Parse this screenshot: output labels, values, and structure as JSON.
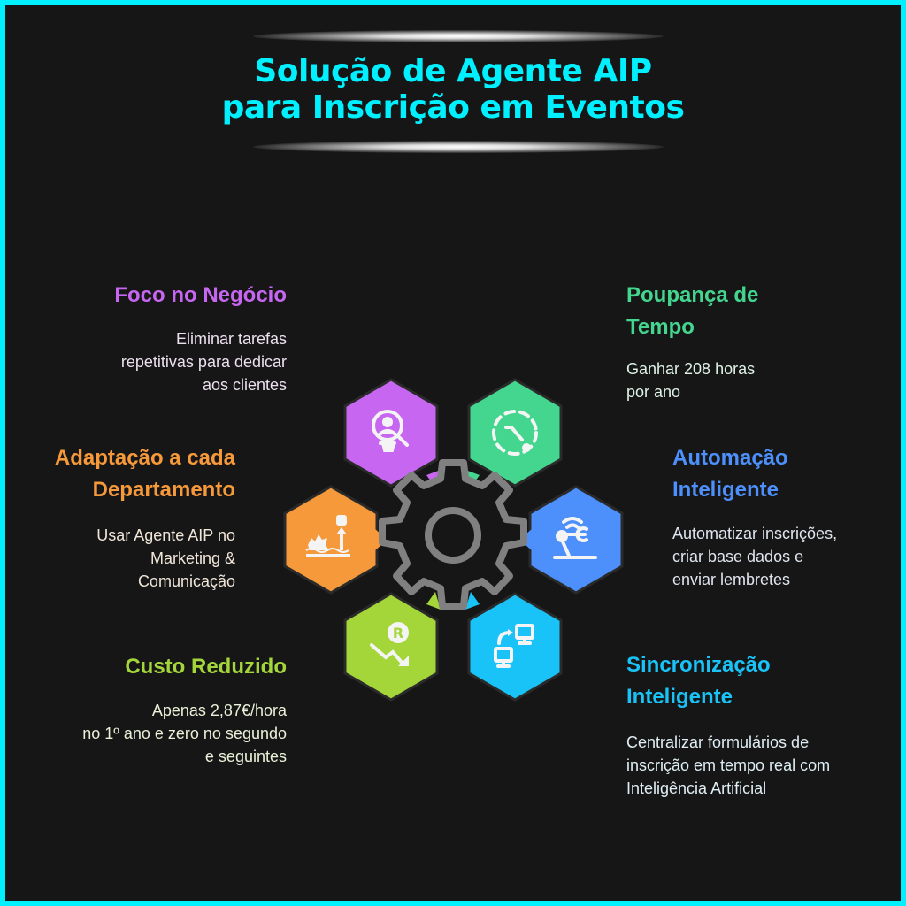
{
  "title": {
    "line1": "Solução de Agente AIP",
    "line2": "para Inscrição em Eventos"
  },
  "colors": {
    "border": "#00f0ff",
    "background": "#161616",
    "title": "#00f0ff",
    "gear": "#808080"
  },
  "gear": {
    "teeth": 8,
    "icon": "gear-icon"
  },
  "benefits": [
    {
      "id": "foco",
      "side": "left",
      "heading_lines": [
        "Foco no Negócio"
      ],
      "description_lines": [
        "Eliminar tarefas",
        "repetitivas para dedicar",
        "aos clientes"
      ],
      "accent": "#c766f0",
      "text_tint": "#ece0ee",
      "icon": "person-search-icon"
    },
    {
      "id": "poupanca",
      "side": "right",
      "heading_lines": [
        "Poupança de",
        "Tempo"
      ],
      "description_lines": [
        "Ganhar 208 horas",
        "por ano"
      ],
      "accent": "#44d68f",
      "text_tint": "#dff2e7",
      "icon": "clock-dashed-icon"
    },
    {
      "id": "adaptacao",
      "side": "left",
      "heading_lines": [
        "Adaptação a cada",
        "Departamento"
      ],
      "description_lines": [
        "Usar Agente AIP no",
        "Marketing &",
        "Comunicação"
      ],
      "accent": "#f5993a",
      "text_tint": "#f1e6da",
      "icon": "growth-database-icon"
    },
    {
      "id": "automacao",
      "side": "right",
      "heading_lines": [
        "Automação",
        "Inteligente"
      ],
      "description_lines": [
        "Automatizar inscrições,",
        "criar base dados e",
        "enviar lembretes"
      ],
      "accent": "#4d90fb",
      "text_tint": "#dfe5f0",
      "icon": "robot-arm-icon"
    },
    {
      "id": "custo",
      "side": "left",
      "heading_lines": [
        "Custo Reduzido"
      ],
      "description_lines": [
        "Apenas 2,87€/hora",
        "no 1º ano e zero no segundo",
        "e seguintes"
      ],
      "accent": "#a4d63a",
      "text_tint": "#eaf1d8",
      "icon": "cost-down-icon"
    },
    {
      "id": "sincronizacao",
      "side": "right",
      "heading_lines": [
        "Sincronização",
        "Inteligente"
      ],
      "description_lines": [
        "Centralizar formulários de",
        "inscrição em tempo real com",
        "Inteligência Artificial"
      ],
      "accent": "#19c3f7",
      "text_tint": "#dfeef4",
      "icon": "sync-computers-icon"
    }
  ]
}
